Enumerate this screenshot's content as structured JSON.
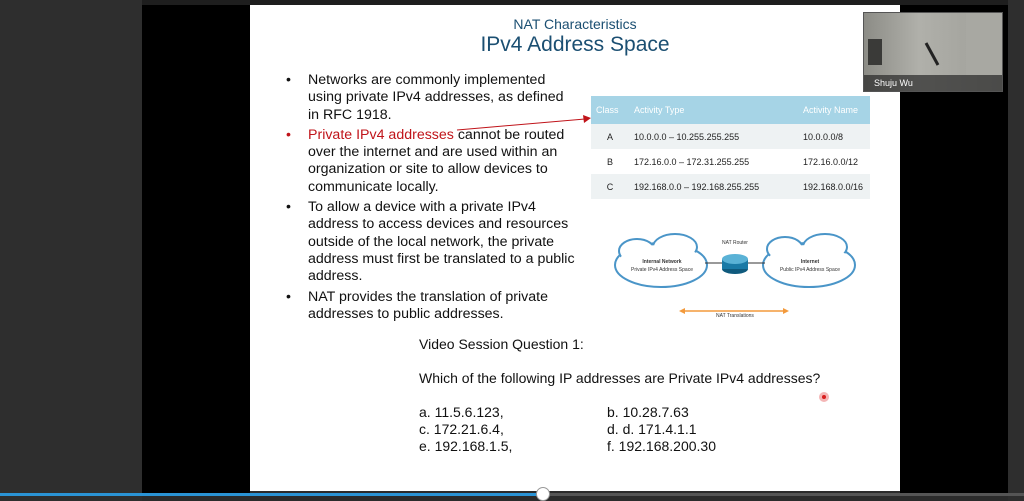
{
  "slide": {
    "subtitle": "NAT Characteristics",
    "title": "IPv4 Address Space",
    "bullets": [
      {
        "lead_red": "",
        "text": "Networks are commonly implemented using private IPv4 addresses, as defined in RFC 1918."
      },
      {
        "lead_red": "Private IPv4 addresses",
        "text": " cannot be routed over the internet and are used within an organization or site to allow devices to communicate locally."
      },
      {
        "lead_red": "",
        "text": "To allow a device with a private IPv4 address to access devices and resources outside of the local network, the private address must first be translated to a public address."
      },
      {
        "lead_red": "",
        "text": "NAT provides the translation of private addresses to public addresses."
      }
    ],
    "bullet_symbol": "•",
    "table": {
      "headers": [
        "Class",
        "Activity Type",
        "Activity Name"
      ],
      "rows": [
        [
          "A",
          "10.0.0.0 – 10.255.255.255",
          "10.0.0.0/8"
        ],
        [
          "B",
          "172.16.0.0 – 172.31.255.255",
          "172.16.0.0/12"
        ],
        [
          "C",
          "192.168.0.0 – 192.168.255.255",
          "192.168.0.0/16"
        ]
      ]
    },
    "diagram": {
      "router_label": "NAT Router",
      "left_cloud_title": "Internal Network",
      "left_cloud_sub": "Private IPv4 Address Space",
      "right_cloud_title": "Internet",
      "right_cloud_sub": "Public IPv4 Address Space",
      "translations_label": "NAT Translations"
    },
    "question": {
      "heading": "Video Session Question 1:",
      "text": "Which of the following IP addresses are Private IPv4 addresses?",
      "answers": [
        "a. 11.5.6.123,",
        "b. 10.28.7.63",
        "c. 172.21.6.4,",
        "d. d. 171.4.1.1",
        "e. 192.168.1.5,",
        "f. 192.168.200.30"
      ]
    }
  },
  "webcam": {
    "participant_name": "Shuju Wu"
  },
  "playback": {
    "progress_fraction": 0.53
  },
  "colors": {
    "title": "#1b4f72",
    "highlight_red": "#c0141a",
    "table_header": "#a6d4e6",
    "progress": "#2a93d5"
  }
}
